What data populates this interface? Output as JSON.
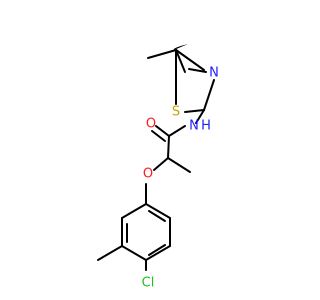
{
  "molecule": {
    "atoms": {
      "sulfur": "S",
      "thiazole_nitrogen": "N",
      "amide_nitrogen": "N",
      "amide_hydrogen": "H",
      "carbonyl_oxygen": "O",
      "ether_oxygen": "O",
      "chlorine": "Cl"
    },
    "colors": {
      "bond": "#000000",
      "sulfur": "#c8a400",
      "nitrogen": "#1f1fff",
      "oxygen": "#ff1a1a",
      "chlorine": "#1fbf1f"
    }
  }
}
